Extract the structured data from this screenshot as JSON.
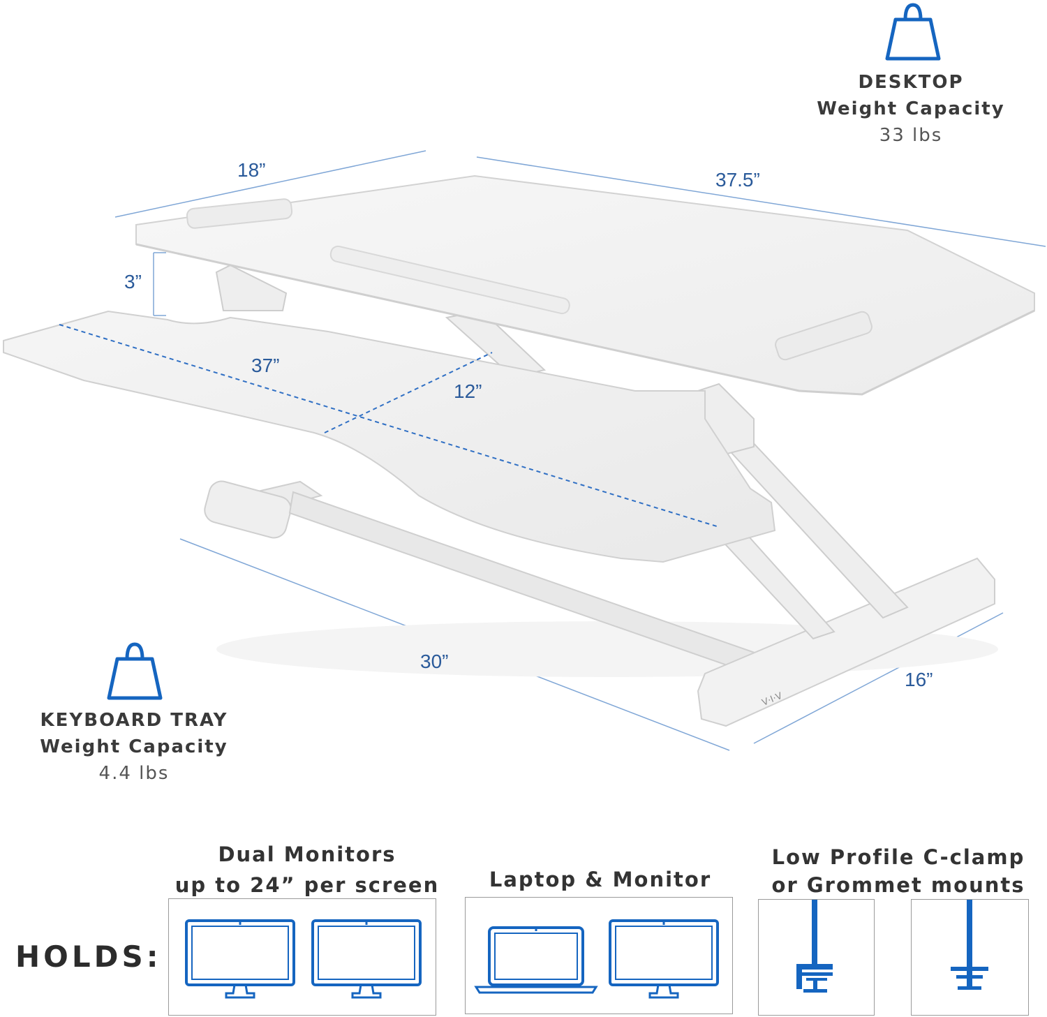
{
  "desktop_capacity": {
    "title": "DESKTOP",
    "subtitle": "Weight Capacity",
    "value": "33 lbs"
  },
  "keyboard_capacity": {
    "title": "KEYBOARD TRAY",
    "subtitle": "Weight Capacity",
    "value": "4.4 lbs"
  },
  "dimensions": {
    "depth_top": "18”",
    "width_top": "37.5”",
    "height_gap": "3”",
    "tray_width": "37”",
    "tray_depth": "12”",
    "base_width": "30”",
    "base_depth": "16”"
  },
  "brand": "V·I·V",
  "holds_label": "HOLDS:",
  "features": {
    "dual": {
      "line1": "Dual Monitors",
      "line2": "up to 24” per screen"
    },
    "laptop": {
      "line1": "Laptop & Monitor"
    },
    "mounts": {
      "line1": "Low Profile C-clamp",
      "line2": "or Grommet mounts"
    }
  },
  "colors": {
    "accent": "#1565c0",
    "dimension": "#2a5a9a",
    "box_border": "#9a9a9a"
  },
  "icons": [
    "weight-icon",
    "monitor-icon",
    "laptop-icon",
    "c-clamp-icon",
    "grommet-icon"
  ]
}
